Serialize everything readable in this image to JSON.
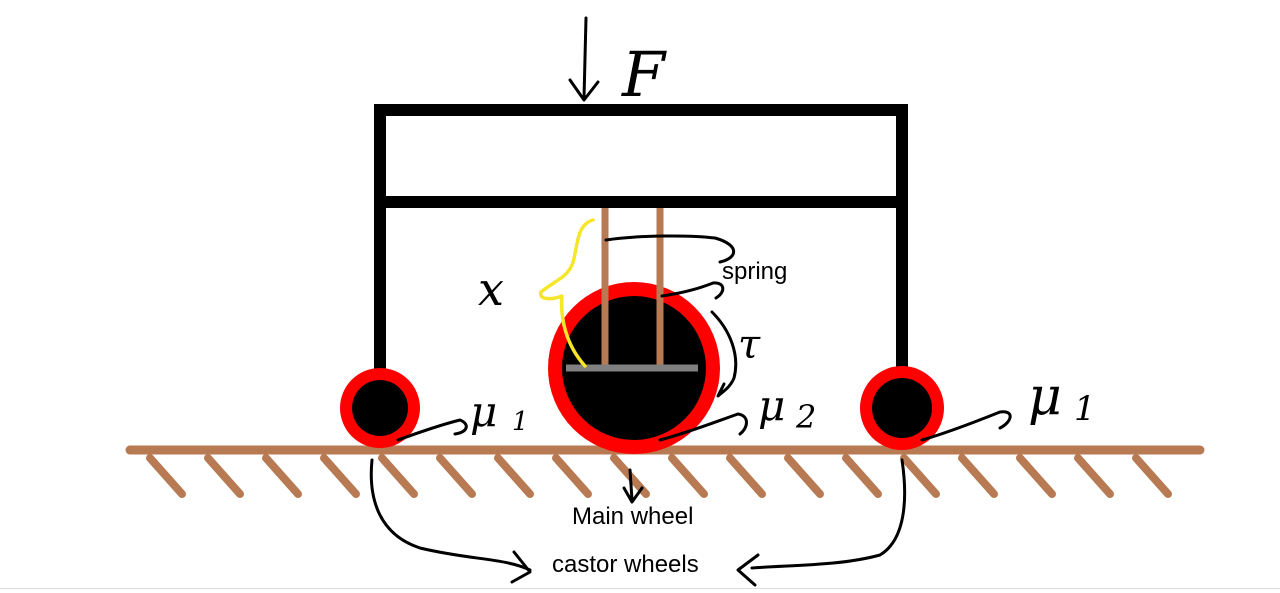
{
  "labels": {
    "force": "F",
    "spring": "spring",
    "torque": "τ",
    "displacement": "x",
    "mu_left": "μ",
    "mu_left_sub": "1",
    "mu_main": "μ",
    "mu_main_sub": "2",
    "mu_right": "μ",
    "mu_right_sub": "1",
    "main_wheel": "Main wheel",
    "castor_wheels": "castor wheels"
  },
  "colors": {
    "frame": "#000000",
    "ground": "#B87A52",
    "wheel_rim": "#FF0000",
    "wheel_hub": "#000000",
    "spring_rod": "#B87A52",
    "plate": "#808080",
    "bracket": "#F5E62A"
  }
}
